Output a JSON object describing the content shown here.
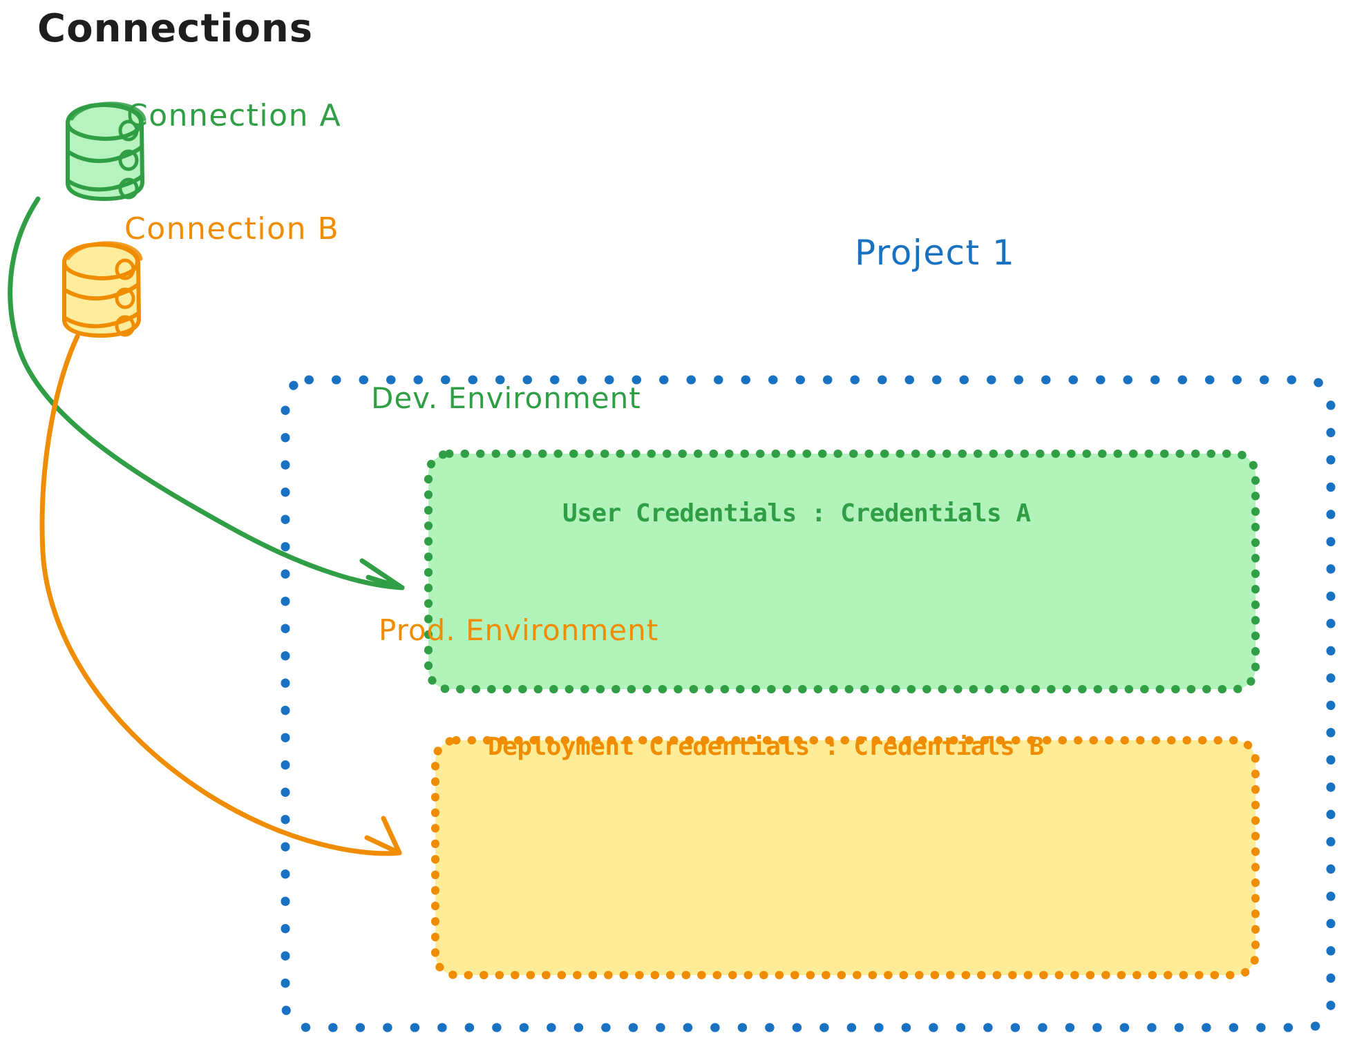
{
  "diagram": {
    "title": "Connections",
    "title_color": "#1e1e1e",
    "background": "#ffffff"
  },
  "connections": [
    {
      "id": "connection-a",
      "label": "Connection A",
      "icon": "database-cylinder-icon",
      "stroke": "#2f9e44",
      "fill": "#b2f2bb"
    },
    {
      "id": "connection-b",
      "label": "Connection B",
      "icon": "database-cylinder-icon",
      "stroke": "#f08c00",
      "fill": "#ffec99"
    }
  ],
  "project": {
    "label": "Project 1",
    "border_color": "#1971c2",
    "border_style": "dotted",
    "environments": [
      {
        "id": "dev-environment",
        "title": "Dev. Environment",
        "detail_key": "User Credentials",
        "detail_separator": ":",
        "detail_value": "Credentials A",
        "detail_text": "User Credentials : Credentials A",
        "fill": "#b2f2bb",
        "border_color": "#2f9e44",
        "border_style": "dotted"
      },
      {
        "id": "prod-environment",
        "title": "Prod. Environment",
        "detail_key": "Deployment Credentials",
        "detail_separator": ":",
        "detail_value": "Credentials B",
        "detail_text": "Deployment Credentials : Credentials B",
        "fill": "#ffec99",
        "border_color": "#f08c00",
        "border_style": "dotted"
      }
    ]
  },
  "arrows": [
    {
      "id": "arrow-connection-a-to-dev",
      "from": "connection-a",
      "to": "dev-environment",
      "color": "#2f9e44"
    },
    {
      "id": "arrow-connection-b-to-prod",
      "from": "connection-b",
      "to": "prod-environment",
      "color": "#f08c00"
    }
  ]
}
